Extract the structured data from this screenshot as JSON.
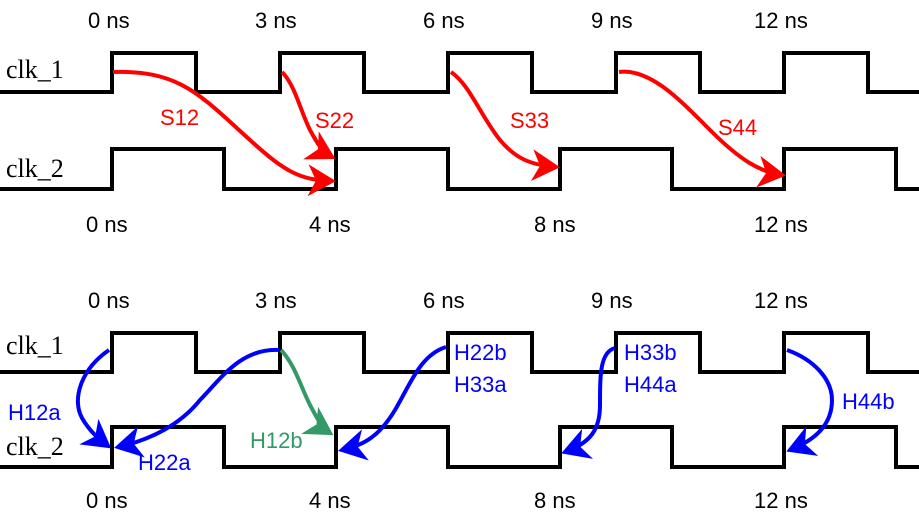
{
  "signals": {
    "clk1": "clk_1",
    "clk2": "clk_2"
  },
  "clk1": {
    "period_ns": 3,
    "high_ns": 1.5,
    "time_labels": [
      "0 ns",
      "3 ns",
      "6 ns",
      "9 ns",
      "12 ns"
    ]
  },
  "clk2": {
    "period_ns": 4,
    "high_ns": 2,
    "time_labels": [
      "0 ns",
      "4 ns",
      "8 ns",
      "12 ns"
    ]
  },
  "setup": {
    "labels": [
      "S12",
      "S22",
      "S33",
      "S44"
    ],
    "color": "#ff0000"
  },
  "hold": {
    "labels": {
      "h12a": "H12a",
      "h22a": "H22a",
      "h12b": "H12b",
      "h22b": "H22b",
      "h33a": "H33a",
      "h33b": "H33b",
      "h44a": "H44a",
      "h44b": "H44b"
    },
    "blue": "#0000ff",
    "green": "#339966"
  }
}
